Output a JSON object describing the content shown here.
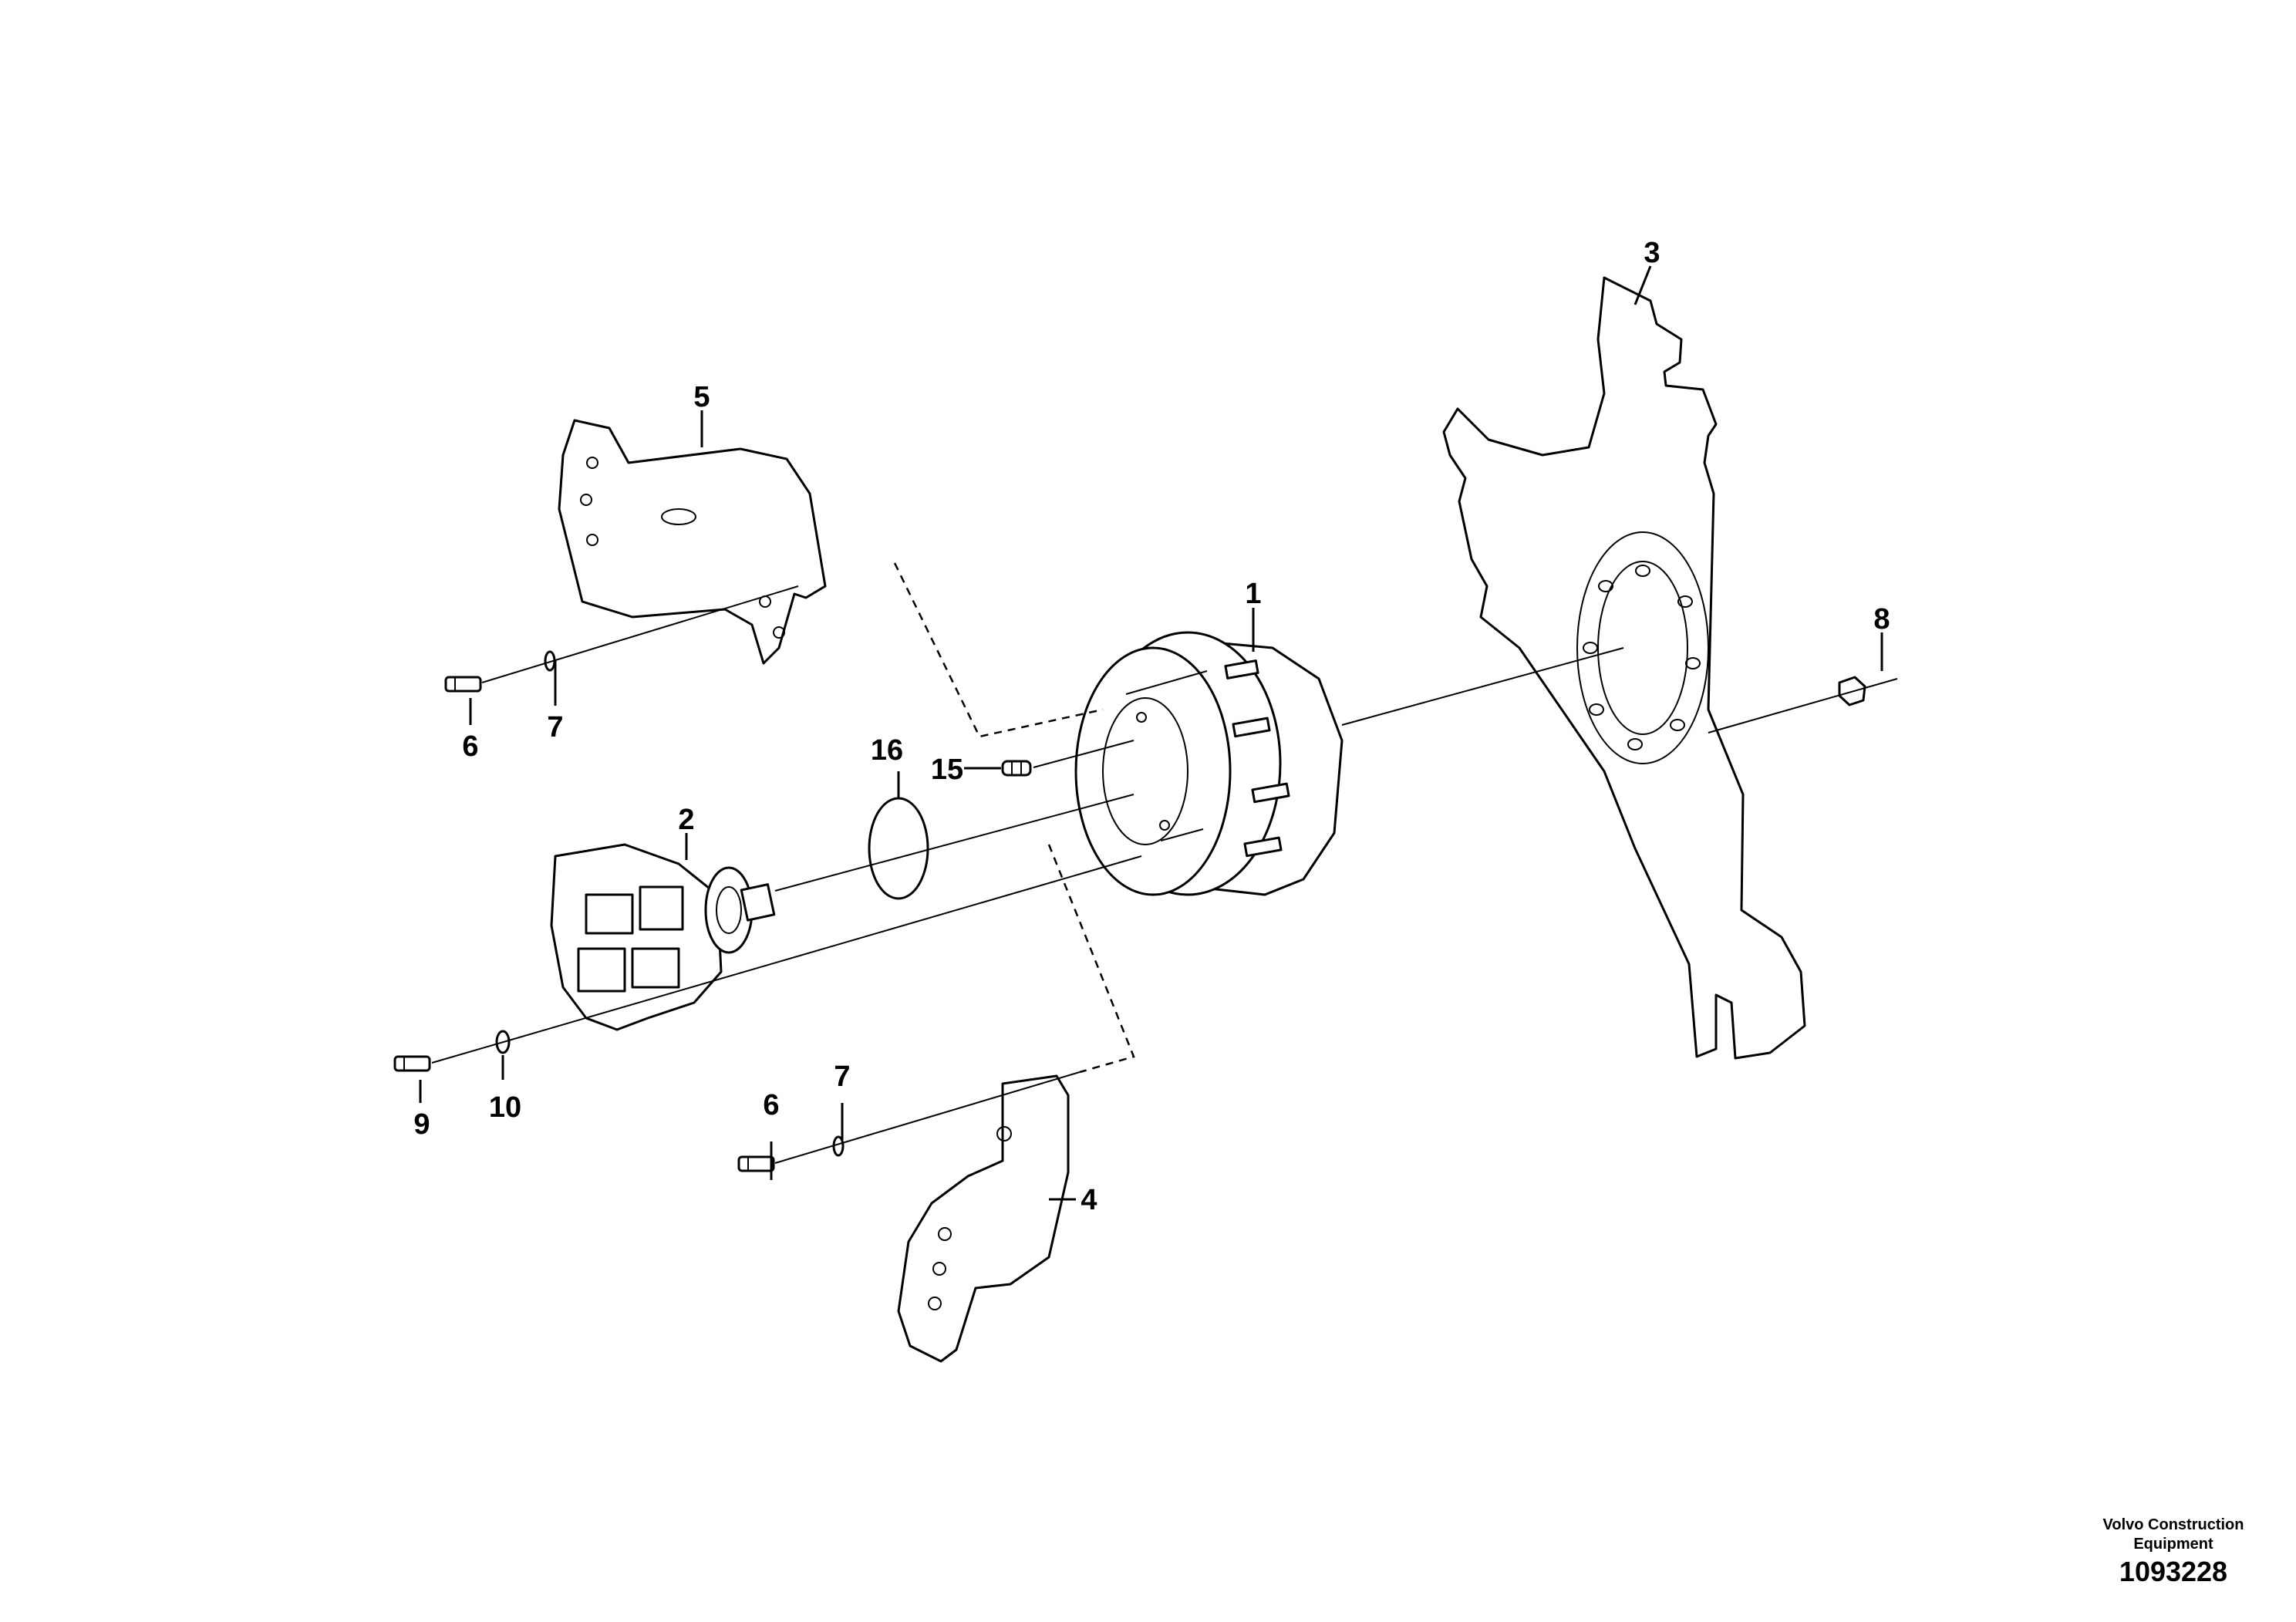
{
  "callouts": {
    "c1": "1",
    "c2": "2",
    "c3": "3",
    "c4": "4",
    "c5": "5",
    "c6a": "6",
    "c6b": "6",
    "c7a": "7",
    "c7b": "7",
    "c8": "8",
    "c9": "9",
    "c10": "10",
    "c15": "15",
    "c16": "16"
  },
  "footer": {
    "brand_line1": "Volvo Construction",
    "brand_line2": "Equipment",
    "drawing_number": "1093228"
  }
}
